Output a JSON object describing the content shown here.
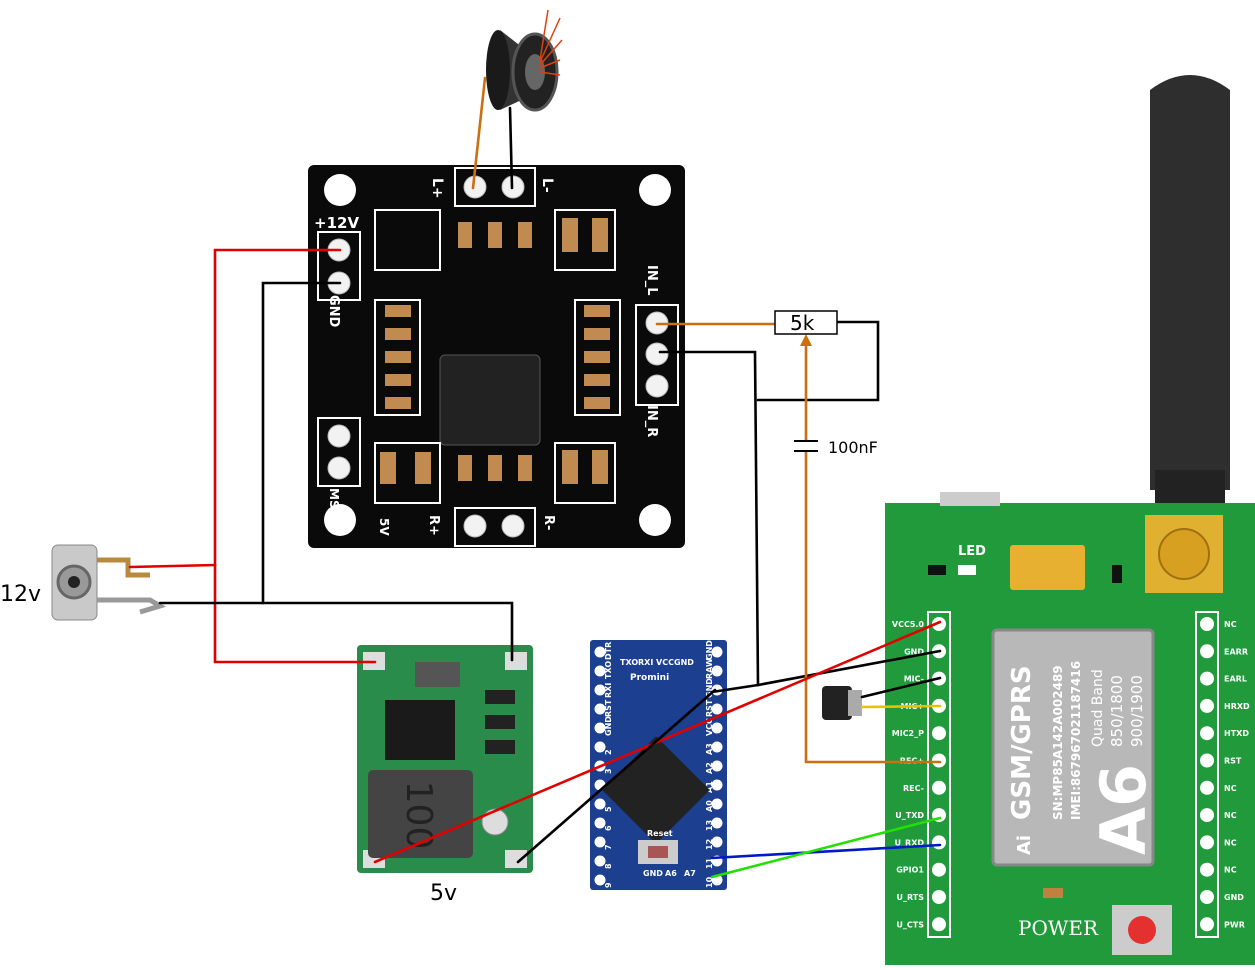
{
  "labels": {
    "supply_12v": "12v",
    "supply_5v": "5v",
    "resistor": "5k",
    "capacitor": "100nF"
  },
  "amp_board": {
    "plus12v": "+12V",
    "gnd": "GND",
    "l_plus": "L+",
    "l_minus": "L-",
    "in_l": "IN_L",
    "in_r": "IN_R",
    "r_plus": "R+",
    "r_minus": "R-",
    "v5": "5V",
    "ms": "MS"
  },
  "pro_mini": {
    "top_labels": [
      "TXO",
      "RXI",
      "VCC",
      "GND"
    ],
    "name": "Promini",
    "left_pins": [
      "DTR",
      "TXO",
      "RXI",
      "RST",
      "GND",
      "2",
      "3",
      "4",
      "5",
      "6",
      "7",
      "8",
      "9"
    ],
    "right_pins": [
      "GND",
      "RAW",
      "GND",
      "RST",
      "VCC",
      "A3",
      "A2",
      "A1",
      "A0",
      "13",
      "12",
      "11",
      "10"
    ],
    "bottom_labels": [
      "GND",
      "A6",
      "A7"
    ],
    "reset": "Reset"
  },
  "a6_module": {
    "left_pins": [
      "VCC5.0",
      "GND",
      "MIC-",
      "MIC+",
      "MIC2_P",
      "REC+",
      "REC-",
      "U_TXD",
      "U_RXD",
      "GPIO1",
      "U_RTS",
      "U_CTS"
    ],
    "right_pins": [
      "NC",
      "EARR",
      "EARL",
      "HRXD",
      "HTXD",
      "RST",
      "NC",
      "NC",
      "NC",
      "NC",
      "GND",
      "PWR"
    ],
    "led": "LED",
    "power": "POWER",
    "chip": {
      "line1": "GSM/GPRS",
      "line2": "SN:MP85A142A002489",
      "line3": "IMEI:867967021187416",
      "band": "Quad Band",
      "freq1": "850/1800",
      "freq2": "900/1900",
      "model": "A6",
      "logo": "Ai"
    }
  },
  "buck": {
    "inductor": "100"
  },
  "colors": {
    "red": "#e00000",
    "black": "#000000",
    "orange": "#cc6f0f",
    "blue": "#0018c8",
    "green": "#22e000",
    "yellow": "#e6c200",
    "pcb_green": "#219a3c",
    "pcb_blue": "#1c3f8f",
    "pcb_black": "#0a0a0a"
  }
}
